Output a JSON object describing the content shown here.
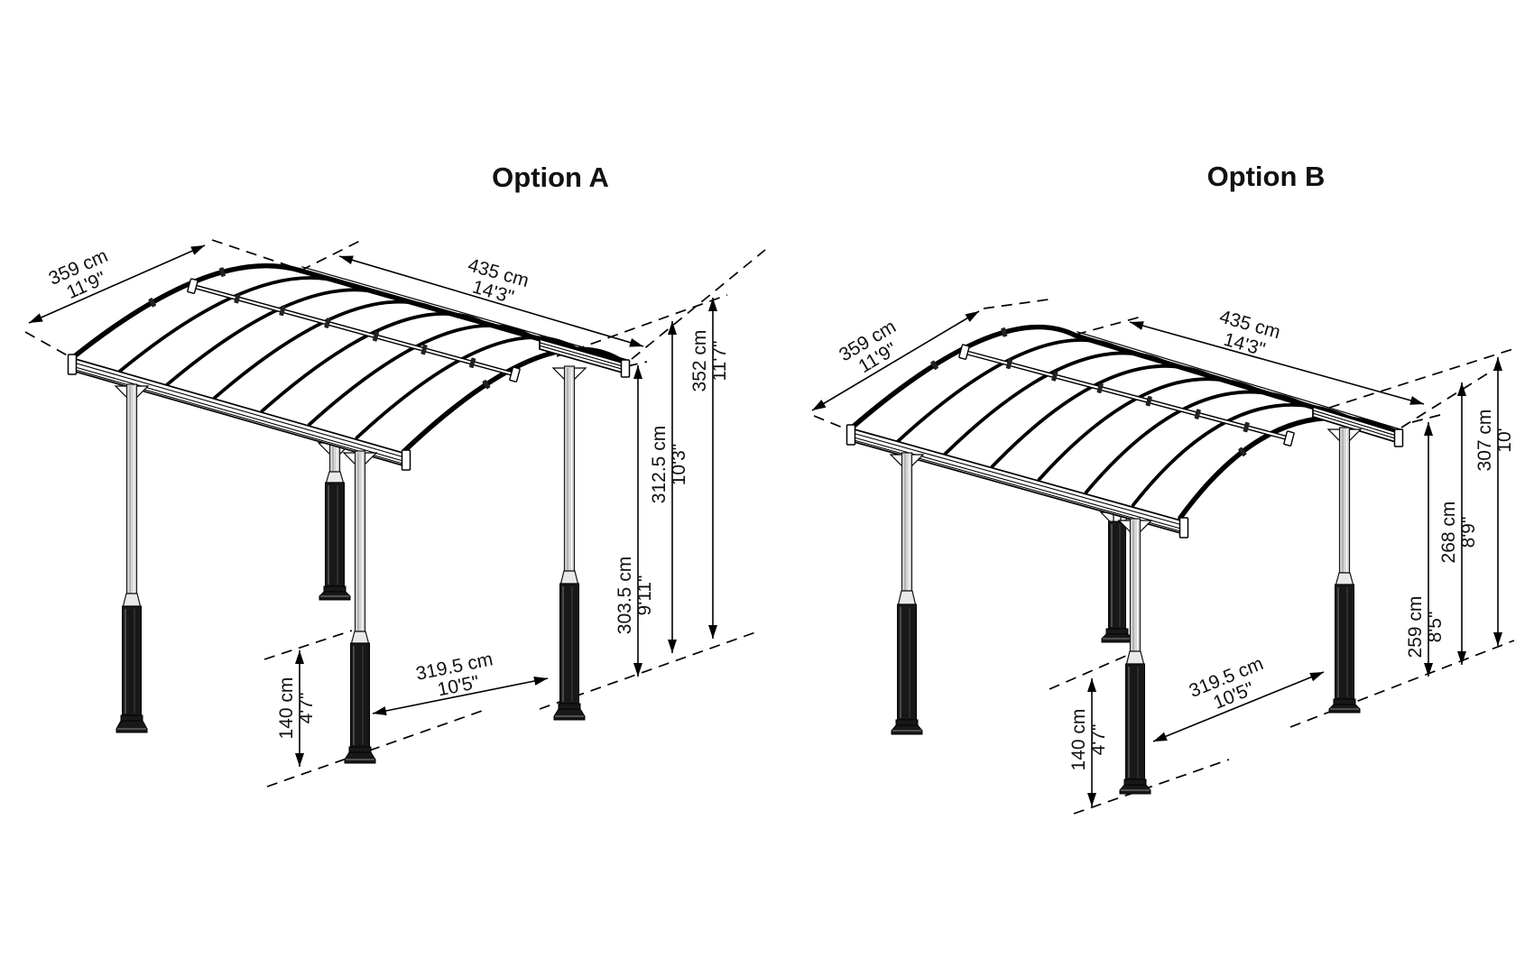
{
  "page": {
    "background": "#ffffff",
    "line_color": "#000000"
  },
  "options": [
    {
      "id": "a",
      "title": "Option A",
      "dimensions": {
        "roof_depth": {
          "cm": "359 cm",
          "imperial": "11'9\""
        },
        "roof_length": {
          "cm": "435 cm",
          "imperial": "14'3\""
        },
        "peak_height": {
          "cm": "352 cm",
          "imperial": "11'7\""
        },
        "edge_height": {
          "cm": "312.5 cm",
          "imperial": "10'3\""
        },
        "clearance_height": {
          "cm": "303.5 cm",
          "imperial": "9'11\""
        },
        "post_base_height": {
          "cm": "140 cm",
          "imperial": "4'7\""
        },
        "post_spacing": {
          "cm": "319.5 cm",
          "imperial": "10'5\""
        }
      }
    },
    {
      "id": "b",
      "title": "Option B",
      "dimensions": {
        "roof_depth": {
          "cm": "359 cm",
          "imperial": "11'9\""
        },
        "roof_length": {
          "cm": "435 cm",
          "imperial": "14'3\""
        },
        "peak_height": {
          "cm": "307 cm",
          "imperial": "10'"
        },
        "edge_height": {
          "cm": "268 cm",
          "imperial": "8'9\""
        },
        "clearance_height": {
          "cm": "259 cm",
          "imperial": "8'5\""
        },
        "post_base_height": {
          "cm": "140 cm",
          "imperial": "4'7\""
        },
        "post_spacing": {
          "cm": "319.5 cm",
          "imperial": "10'5\""
        }
      }
    }
  ]
}
